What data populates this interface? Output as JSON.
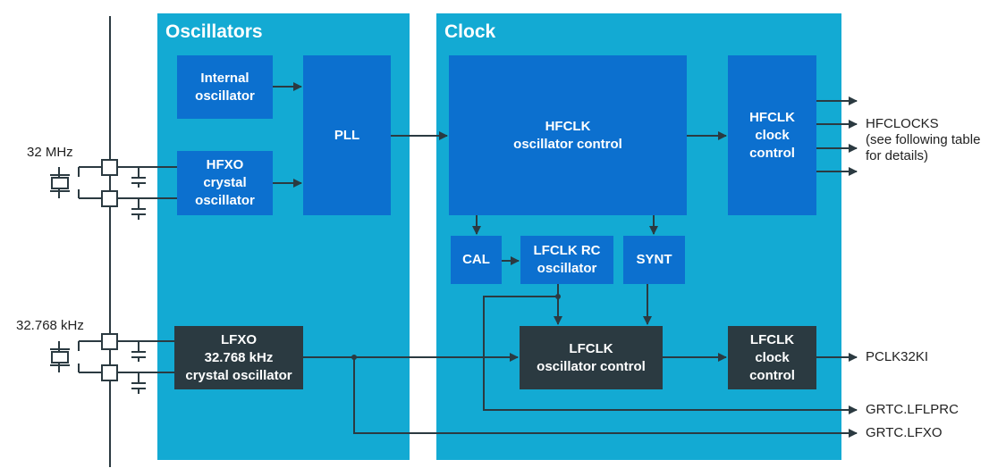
{
  "panels": {
    "oscillators": "Oscillators",
    "clock": "Clock"
  },
  "blocks": {
    "internal_osc": [
      "Internal",
      "oscillator"
    ],
    "hfxo": [
      "HFXO",
      "crystal",
      "oscillator"
    ],
    "pll": [
      "PLL"
    ],
    "hfclk_osc_ctrl": [
      "HFCLK",
      "oscillator control"
    ],
    "hfclk_clock_ctrl": [
      "HFCLK",
      "clock",
      "control"
    ],
    "cal": [
      "CAL"
    ],
    "lfclk_rc": [
      "LFCLK RC",
      "oscillator"
    ],
    "synt": [
      "SYNT"
    ],
    "lfxo": [
      "LFXO",
      "32.768 kHz",
      "crystal oscillator"
    ],
    "lfclk_osc_ctrl": [
      "LFCLK",
      "oscillator control"
    ],
    "lfclk_clock_ctrl": [
      "LFCLK",
      "clock",
      "control"
    ]
  },
  "labels": {
    "freq_hf": "32 MHz",
    "freq_lf": "32.768 kHz",
    "hfclocks_1": "HFCLOCKS",
    "hfclocks_2": "(see following table",
    "hfclocks_3": "for details)",
    "pclk32ki": "PCLK32KI",
    "grtc_lflprc": "GRTC.LFLPRC",
    "grtc_lfxo": "GRTC.LFXO"
  },
  "colors": {
    "panel": "#13aad3",
    "block_blue": "#0c70cf",
    "block_dark": "#2b3a41",
    "wire": "#2b3a41"
  }
}
